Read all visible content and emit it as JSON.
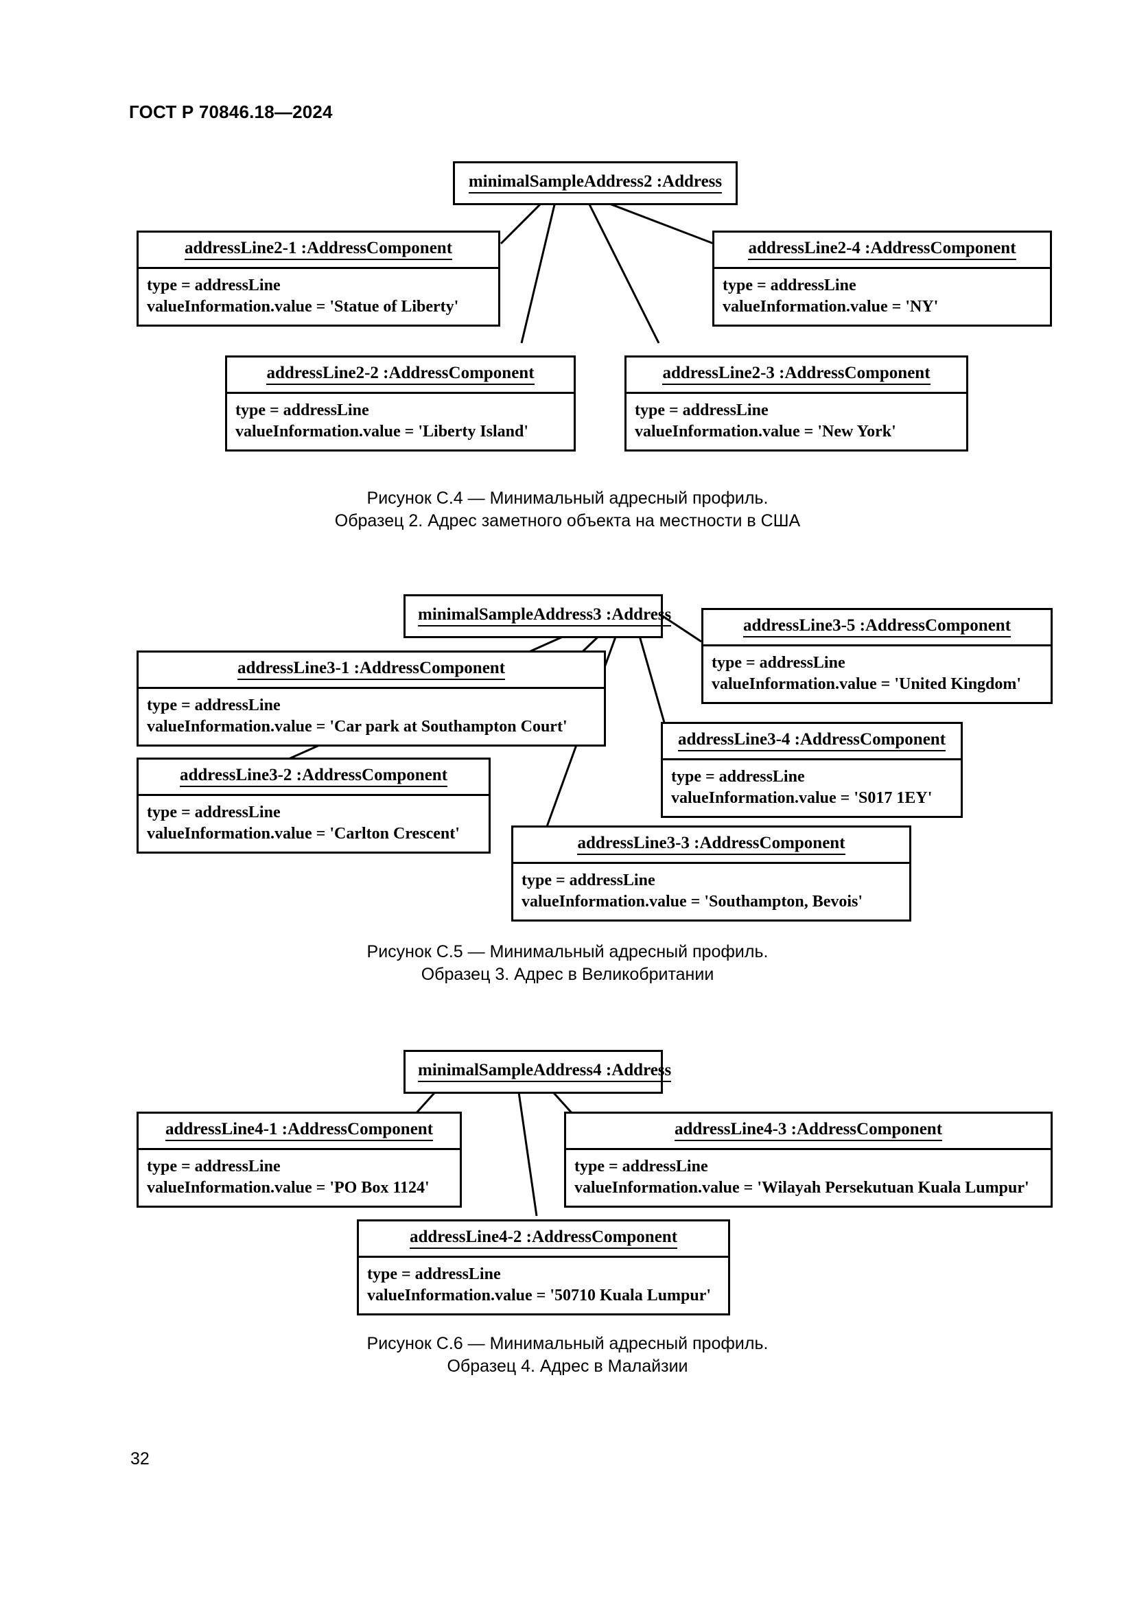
{
  "document": {
    "header": "ГОСТ Р 70846.18—2024",
    "page_number": "32"
  },
  "figures": [
    {
      "id": "figure-c4",
      "caption_line1": "Рисунок С.4 — Минимальный адресный профиль.",
      "caption_line2": "Образец 2. Адрес заметного объекта на местности в США",
      "root": {
        "title": "minimalSampleAddress2 :Address"
      },
      "nodes": [
        {
          "title": "addressLine2-1 :AddressComponent",
          "attr1": "type = addressLine",
          "attr2": "valueInformation.value = 'Statue of  Liberty'"
        },
        {
          "title": "addressLine2-4 :AddressComponent",
          "attr1": "type = addressLine",
          "attr2": "valueInformation.value = 'NY'"
        },
        {
          "title": "addressLine2-2 :AddressComponent",
          "attr1": "type = addressLine",
          "attr2": "valueInformation.value = 'Liberty Island'"
        },
        {
          "title": "addressLine2-3 :AddressComponent",
          "attr1": "type = addressLine",
          "attr2": "valueInformation.value = 'New York'"
        }
      ]
    },
    {
      "id": "figure-c5",
      "caption_line1": "Рисунок С.5 — Минимальный адресный профиль.",
      "caption_line2": "Образец 3. Адрес в Великобритании",
      "root": {
        "title": "minimalSampleAddress3 :Address"
      },
      "nodes": [
        {
          "title": "addressLine3-5 :AddressComponent",
          "attr1": "type = addressLine",
          "attr2": "valueInformation.value = 'United Kingdom'"
        },
        {
          "title": "addressLine3-1 :AddressComponent",
          "attr1": "type = addressLine",
          "attr2": "valueInformation.value = 'Car park at Southampton Court'"
        },
        {
          "title": "addressLine3-4 :AddressComponent",
          "attr1": "type = addressLine",
          "attr2": "valueInformation.value = 'S017 1EY'"
        },
        {
          "title": "addressLine3-2 :AddressComponent",
          "attr1": "type = addressLine",
          "attr2": "valueInformation.value = 'Carlton Crescent'"
        },
        {
          "title": "addressLine3-3 :AddressComponent",
          "attr1": "type = addressLine",
          "attr2": "valueInformation.value = 'Southampton, Bevois'"
        }
      ]
    },
    {
      "id": "figure-c6",
      "caption_line1": "Рисунок С.6 — Минимальный адресный профиль.",
      "caption_line2": "Образец 4. Адрес в Малайзии",
      "root": {
        "title": "minimalSampleAddress4 :Address"
      },
      "nodes": [
        {
          "title": "addressLine4-1 :AddressComponent",
          "attr1": "type = addressLine",
          "attr2": "valueInformation.value = 'PO Box 1124'"
        },
        {
          "title": "addressLine4-3 :AddressComponent",
          "attr1": "type = addressLine",
          "attr2": "valueInformation.value = 'Wilayah Persekutuan Kuala Lumpur'"
        },
        {
          "title": "addressLine4-2 :AddressComponent",
          "attr1": "type = addressLine",
          "attr2": "valueInformation.value = '50710 Kuala Lumpur'"
        }
      ]
    }
  ],
  "colors": {
    "ink": "#000000",
    "paper": "#ffffff"
  }
}
